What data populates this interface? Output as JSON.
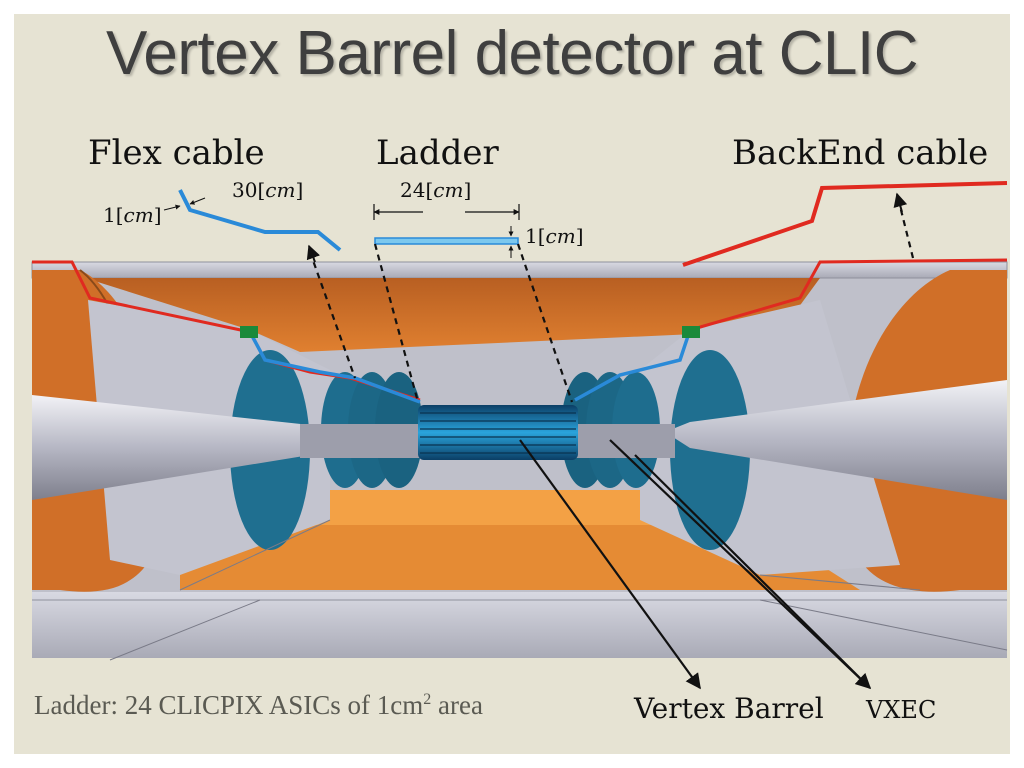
{
  "title": "Vertex Barrel detector at CLIC",
  "labels": {
    "flex_cable": "Flex cable",
    "ladder": "Ladder",
    "backend_cable": "BackEnd cable",
    "vertex_barrel": "Vertex Barrel",
    "vxec": "VXEC"
  },
  "dimensions": {
    "flex_thickness_value": "1",
    "flex_length_value": "30",
    "ladder_length_value": "24",
    "ladder_thickness_value": "1",
    "unit": "cm"
  },
  "caption": {
    "prefix": "Ladder: 24 CLICPIX ASICs of 1cm",
    "exponent": "2",
    "suffix": " area"
  },
  "colors": {
    "background": "#e6e3d3",
    "flex_cable": "#2a8ad8",
    "backend_cable": "#e02a20",
    "ladder": "#7cc8ee",
    "connector": "#1a8a3a",
    "support_orange": "#d0702a",
    "endcap_blue": "#1f6f90",
    "detector_gray": "#c9cad3"
  }
}
